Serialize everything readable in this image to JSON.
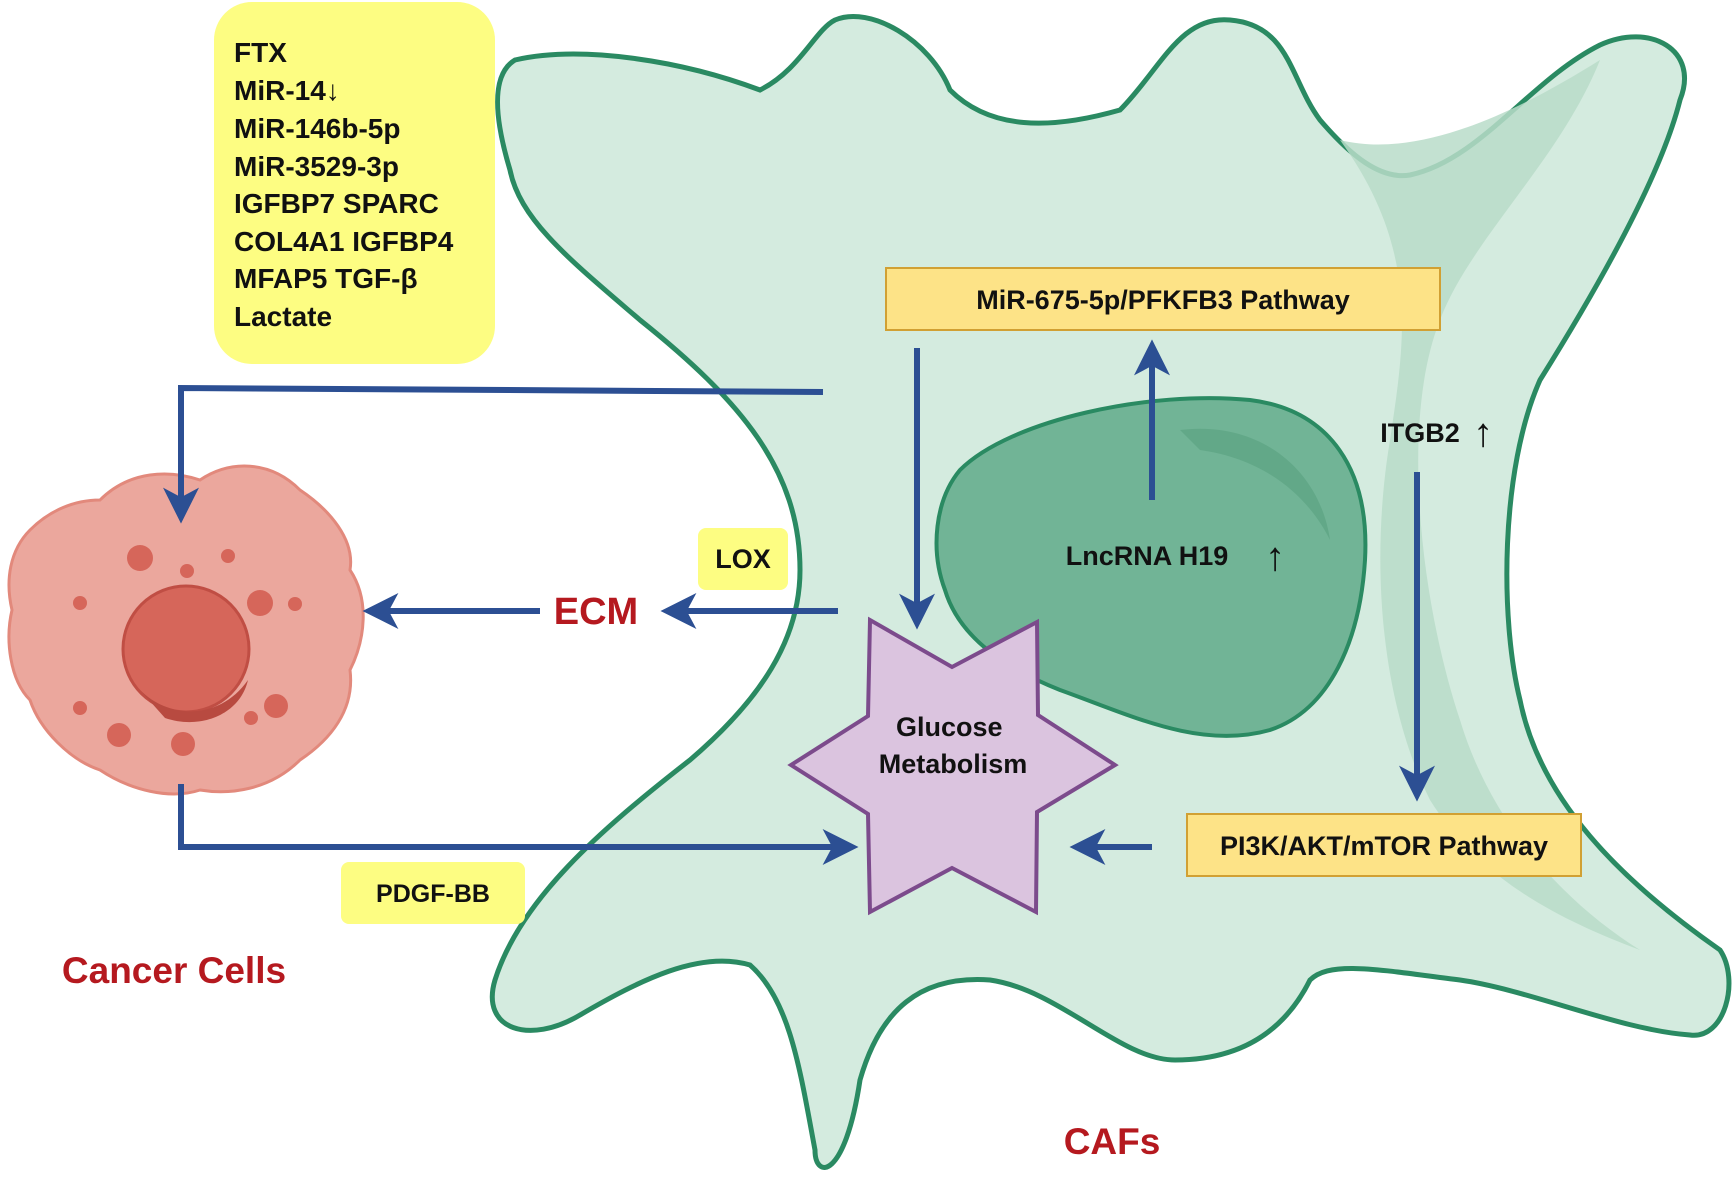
{
  "colors": {
    "caf_fill": "#d4ebdf",
    "caf_outline": "#2a8a62",
    "nucleus_fill": "#71b496",
    "cancer_fill": "#eba79d",
    "cancer_nucleus": "#d6665a",
    "arrow": "#2c4f93",
    "accent_text": "#b5191f",
    "yellow_box": "#fdfd82",
    "pathway_box": "#fde387",
    "star_fill": "#dbc4df",
    "star_outline": "#7c4b8c"
  },
  "factors": {
    "lines": [
      "FTX",
      "MiR-14↓",
      "MiR-146b-5p",
      "MiR-3529-3p",
      "IGFBP7 SPARC",
      "COL4A1 IGFBP4",
      "MFAP5 TGF-β",
      "Lactate"
    ]
  },
  "labels": {
    "mir_pathway": "MiR-675-5p/PFKFB3 Pathway",
    "lncrna": "LncRNA H19",
    "up_arrow": "↑",
    "itgb2": "ITGB2",
    "lox": "LOX",
    "ecm": "ECM",
    "glucose_line1": "Glucose",
    "glucose_line2": "Metabolism",
    "pi3k_pathway": "PI3K/AKT/mTOR Pathway",
    "pdgf": "PDGF-BB",
    "cancer_cells": "Cancer Cells",
    "cafs": "CAFs"
  }
}
